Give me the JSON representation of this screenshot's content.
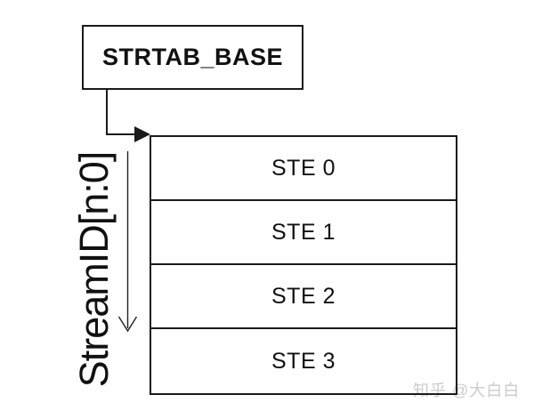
{
  "diagram": {
    "base_box": {
      "label": "STRTAB_BASE"
    },
    "axis": {
      "label": "StreamID[n:0]"
    },
    "table": {
      "rows": [
        {
          "label": "STE 0"
        },
        {
          "label": "STE 1"
        },
        {
          "label": "STE 2"
        },
        {
          "label": "STE 3"
        }
      ]
    },
    "colors": {
      "line": "#1a1a1a",
      "text": "#111111",
      "background": "#ffffff",
      "watermark": "#cbcbcb"
    }
  },
  "watermark": {
    "text": "知乎 @大白白"
  }
}
